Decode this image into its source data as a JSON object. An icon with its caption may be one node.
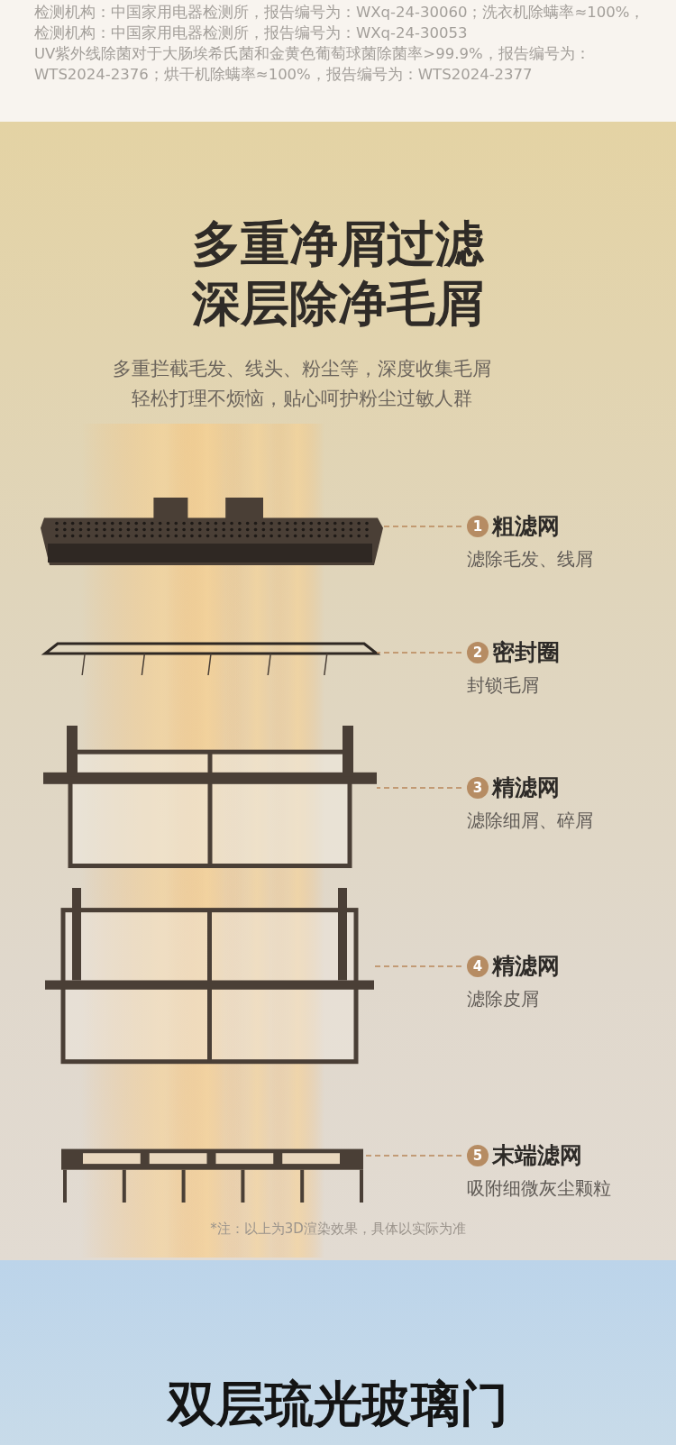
{
  "diagram": {
    "title": "多重净屑过滤深层除净毛屑",
    "caption": "*注：以上为3D渲染效果，具体以实际为准",
    "nodes": [
      {
        "text": [],
        "shape": "picture"
      },
      {
        "text": [
          "1",
          "粗滤网",
          "滤除毛发、线屑"
        ]
      },
      {
        "text": [],
        "shape": "picture"
      },
      {
        "text": [
          "2",
          "密封圈",
          "封锁毛屑"
        ]
      },
      {
        "text": [],
        "shape": "picture"
      },
      {
        "text": [
          "3",
          "精滤网",
          "滤除细屑、碎屑"
        ]
      },
      {
        "text": [],
        "shape": "picture"
      },
      {
        "text": [
          "4",
          "精滤网",
          "滤除皮屑"
        ]
      },
      {
        "text": [],
        "shape": "picture"
      },
      {
        "text": [
          "5",
          "末端滤网",
          "吸附细微灰尘颗粒"
        ]
      }
    ],
    "edges": [
      {
        "from": 1,
        "to": 0,
        "arrow": "none",
        "style": "dashed"
      },
      {
        "from": 3,
        "to": 2,
        "arrow": "none",
        "style": "dashed"
      },
      {
        "from": 5,
        "to": 4,
        "arrow": "none",
        "style": "dashed"
      },
      {
        "from": 7,
        "to": 6,
        "arrow": "none",
        "style": "dashed"
      },
      {
        "from": 9,
        "to": 8,
        "arrow": "none",
        "style": "dashed"
      }
    ],
    "labels": [
      "检测机构：中国家用电器检测所，报告编号为：WXq-24-30060；洗衣机除螨率≈100%，检测机构：中国家用电器检测所，报告编号为：WXq-24-30053",
      "UV紫外线除菌对于大肠埃希氏菌和金黄色葡萄球菌除菌率>99.9%，报告编号为：WTS2024-2376；烘干机除螨率≈100%，报告编号为：WTS2024-2377",
      "多重拦截毛发、线头、粉尘等，深度收集毛屑轻松打理不烦恼，贴心呵护粉尘过敏人群",
      "双层琉光玻璃门"
    ]
  }
}
